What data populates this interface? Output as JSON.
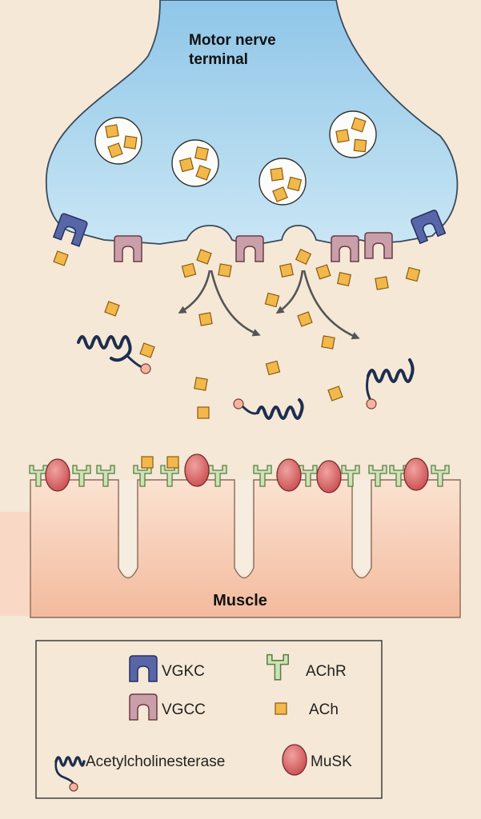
{
  "labels": {
    "nerve_line1": "Motor nerve",
    "nerve_line2": "terminal",
    "muscle": "Muscle"
  },
  "legend": {
    "vgkc": "VGKC",
    "achr": "AChR",
    "vgcc": "VGCC",
    "ach": "ACh",
    "acetylcholinesterase": "Acetylcholinesterase",
    "musk": "MuSK"
  },
  "colors": {
    "background": "#f5e8d6",
    "nerve_fill": "#bfe0f1",
    "vgkc": "#5c6aa8",
    "vgcc": "#c89aa6",
    "achr": "#c9e0b2",
    "ach": "#f0b84a",
    "musk": "#d9686a",
    "muscle": "#f6cdb4",
    "enzyme": "#1d2e4f"
  }
}
